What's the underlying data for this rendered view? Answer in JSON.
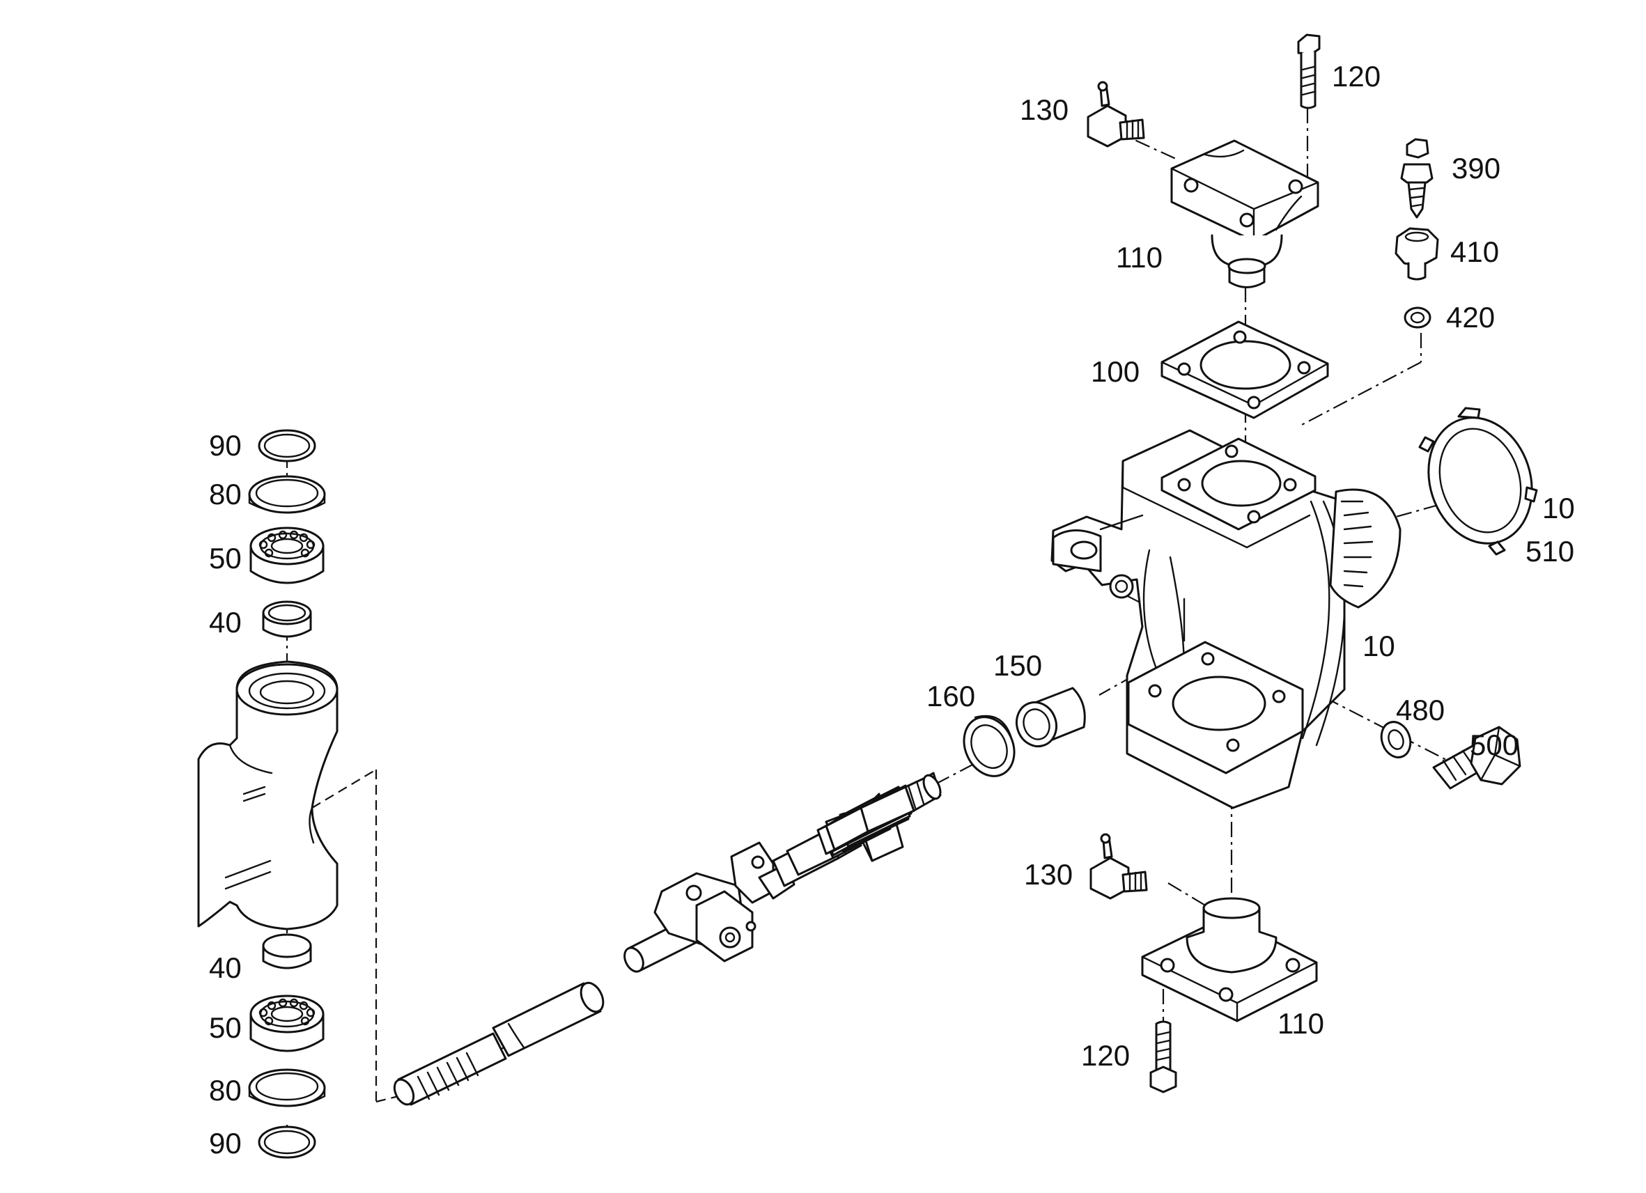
{
  "labels": {
    "l120_top": "120",
    "l130_top": "130",
    "l390": "390",
    "l110_top": "110",
    "l410": "410",
    "l420": "420",
    "l100": "100",
    "l90_top": "90",
    "l80_top": "80",
    "l50_top": "50",
    "l40_top": "40",
    "l10_right": "10",
    "l510": "510",
    "l10_mid": "10",
    "l150": "150",
    "l160": "160",
    "l480": "480",
    "l500": "500",
    "l130_bot": "130",
    "l40_bot": "40",
    "l50_bot": "50",
    "l110_bot": "110",
    "l80_bot": "80",
    "l120_bot": "120",
    "l90_bot": "90"
  }
}
